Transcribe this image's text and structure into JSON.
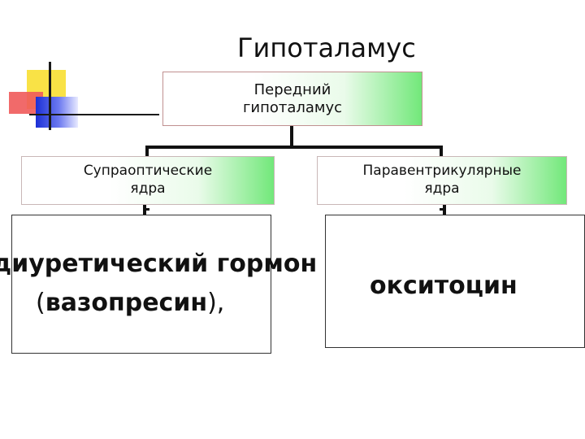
{
  "title": "Гипоталамус",
  "nodes": {
    "anterior": [
      "Передний",
      "гипоталамус"
    ],
    "supraoptic": [
      "Супраоптические",
      "ядра"
    ],
    "paraventricular": [
      "Паравентрикулярные",
      "ядра"
    ]
  },
  "hormones": {
    "left_line1": "диуретический гормон",
    "left_open": "(",
    "left_word": "вазопресин",
    "left_close": "),",
    "right": "окситоцин"
  }
}
